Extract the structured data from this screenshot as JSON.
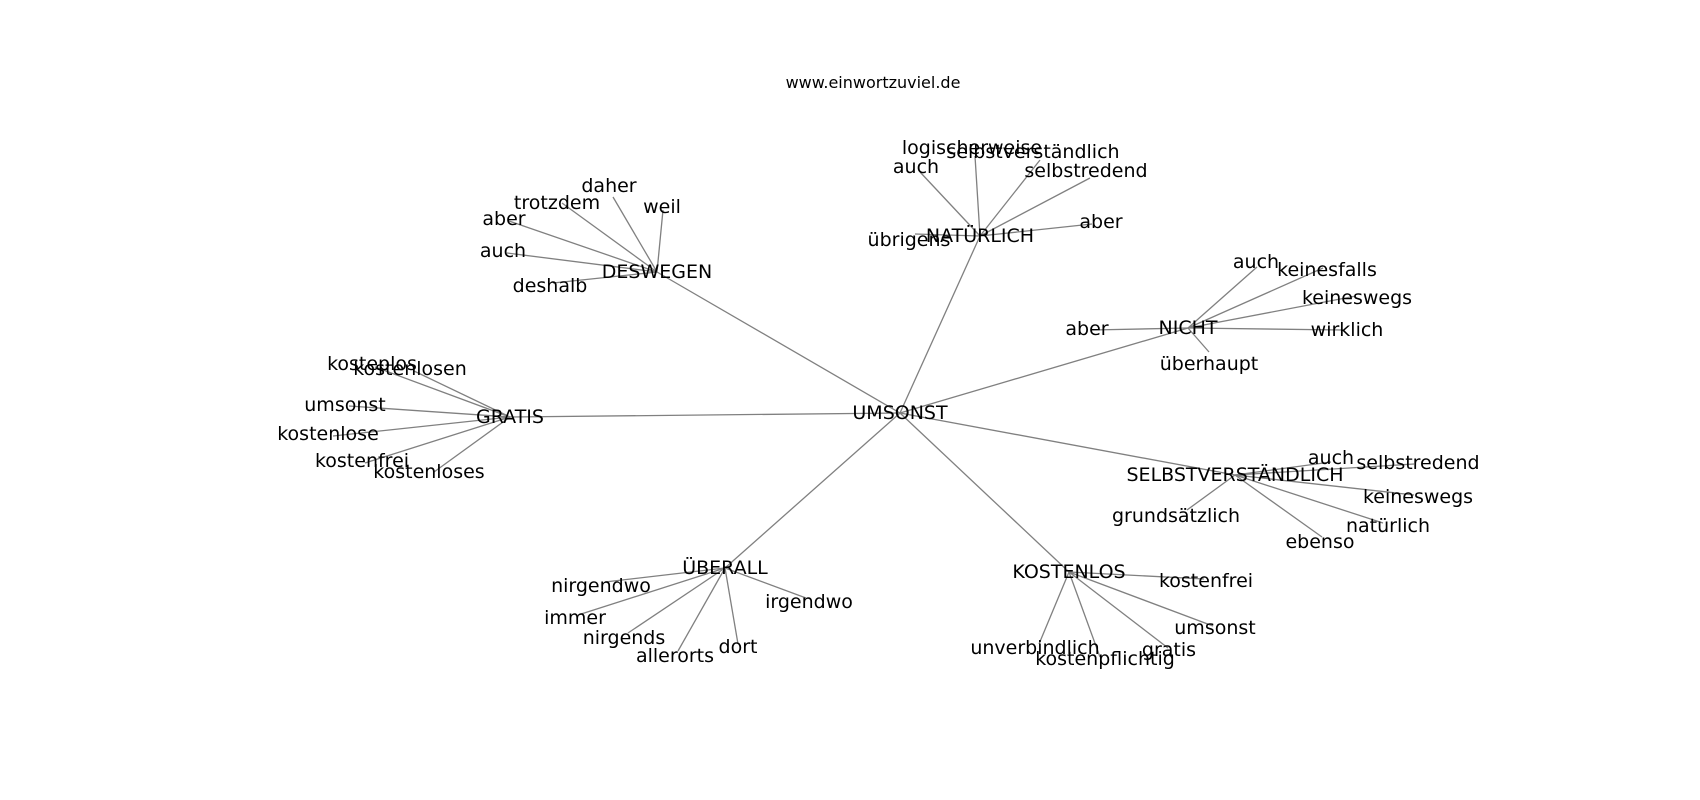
{
  "source": "www.einwortzuviel.de",
  "root": {
    "label": "UMSONST",
    "children": [
      {
        "label": "NATÜRLICH",
        "children": [
          "logischerweise",
          "selbstverständlich",
          "auch",
          "selbstredend",
          "übrigens",
          "aber"
        ]
      },
      {
        "label": "DESWEGEN",
        "children": [
          "daher",
          "weil",
          "trotzdem",
          "aber",
          "auch",
          "deshalb"
        ]
      },
      {
        "label": "NICHT",
        "children": [
          "auch",
          "keinesfalls",
          "keineswegs",
          "aber",
          "wirklich",
          "überhaupt"
        ]
      },
      {
        "label": "GRATIS",
        "children": [
          "kosteplos",
          "kostenlosen",
          "umsonst",
          "kostenlose",
          "kostenfrei",
          "kostenloses"
        ]
      },
      {
        "label": "SELBSTVERSTÄNDLICH",
        "children": [
          "auch",
          "selbstredend",
          "keineswegs",
          "grundsätzlich",
          "natürlich",
          "ebenso"
        ]
      },
      {
        "label": "ÜBERALL",
        "children": [
          "nirgendwo",
          "irgendwo",
          "immer",
          "nirgends",
          "allerorts",
          "dort"
        ]
      },
      {
        "label": "KOSTENLOS",
        "children": [
          "kostenfrei",
          "umsonst",
          "unverbindlich",
          "gratis",
          "kostenpflichtig"
        ]
      }
    ]
  }
}
